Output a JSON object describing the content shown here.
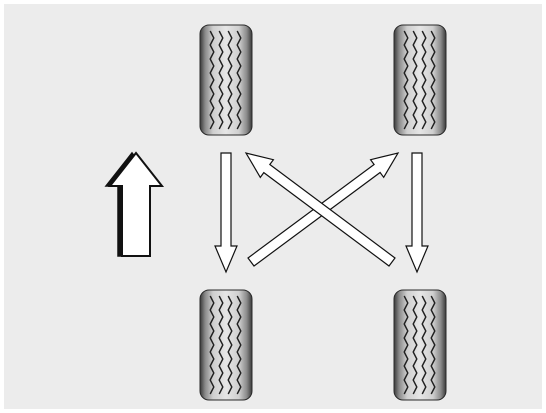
{
  "diagram": {
    "type": "tire-rotation-pattern",
    "background_color": "#ececec",
    "border_color": "#ffffff",
    "tire_color": "#d3d3d3",
    "tread_color": "#1f1f1f",
    "arrow_fill": "#ffffff",
    "arrow_stroke": "#111111",
    "tires": [
      {
        "position": "front-left"
      },
      {
        "position": "front-right"
      },
      {
        "position": "rear-left"
      },
      {
        "position": "rear-right"
      }
    ],
    "moves": [
      {
        "from": "front-left",
        "to": "rear-left"
      },
      {
        "from": "front-right",
        "to": "rear-right"
      },
      {
        "from": "rear-left",
        "to": "front-right"
      },
      {
        "from": "rear-right",
        "to": "front-left"
      }
    ],
    "direction_indicator": {
      "direction": "forward",
      "icon": "up-arrow-icon"
    }
  }
}
